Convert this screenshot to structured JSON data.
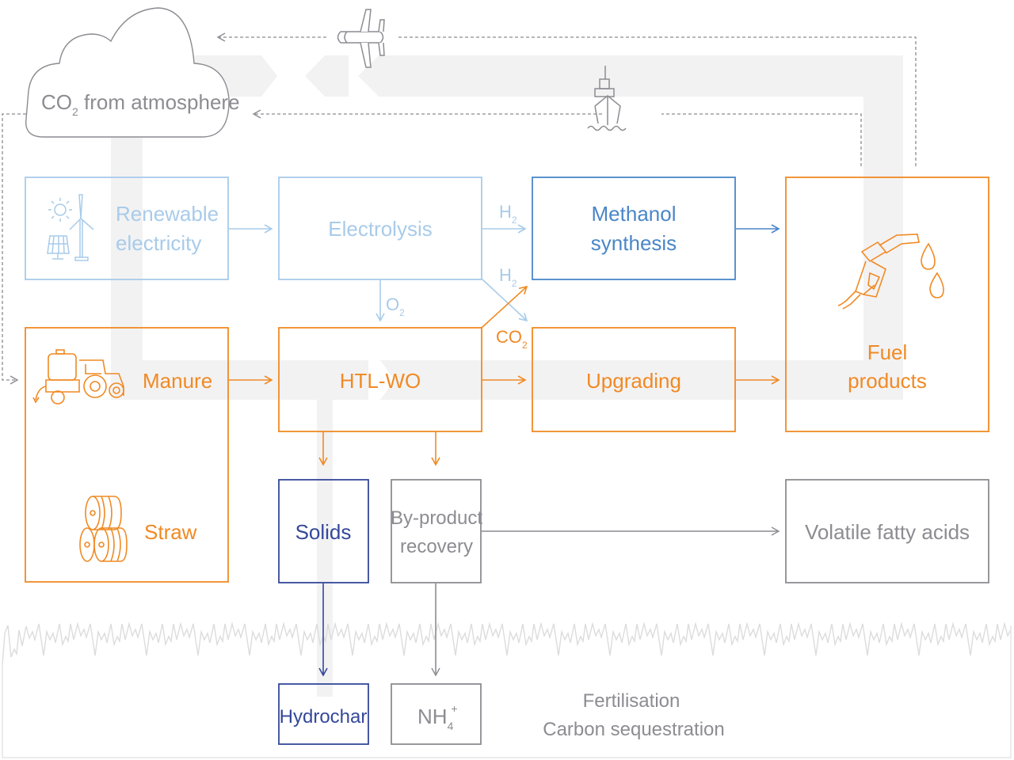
{
  "colors": {
    "orange": "#F08A24",
    "light_blue": "#A8CBEA",
    "blue": "#4A86C8",
    "dark_blue": "#34489A",
    "grey": "#8C8C92",
    "band": "#F3F2F3",
    "grass": "#DCDCDC"
  },
  "cloud": {
    "label_prefix": "CO",
    "label_sub": "2",
    "label_suffix": " from atmosphere"
  },
  "icons": {
    "airplane": "airplane-icon",
    "ship": "ship-icon",
    "renewables": "sun-wind-solar-icon",
    "tractor": "tractor-tanker-icon",
    "straw": "straw-bales-icon",
    "fuel": "fuel-nozzle-icon"
  },
  "nodes": {
    "renewable": {
      "line1": "Renewable",
      "line2": "electricity"
    },
    "electrolysis": {
      "label": "Electrolysis"
    },
    "methanol": {
      "line1": "Methanol",
      "line2": "synthesis"
    },
    "fuel": {
      "line1": "Fuel",
      "line2": "products"
    },
    "manure": {
      "label": "Manure"
    },
    "straw": {
      "label": "Straw"
    },
    "htlwo": {
      "label": "HTL-WO"
    },
    "upgrading": {
      "label": "Upgrading"
    },
    "solids": {
      "label": "Solids"
    },
    "byproduct": {
      "line1": "By-product",
      "line2": "recovery"
    },
    "vfa": {
      "label": "Volatile fatty acids"
    },
    "hydrochar": {
      "label": "Hydrochar"
    },
    "nh4": {
      "base": "NH",
      "sub": "4",
      "sup": "+"
    }
  },
  "flow_labels": {
    "h2_top": {
      "base": "H",
      "sub": "2"
    },
    "h2_diag": {
      "base": "H",
      "sub": "2"
    },
    "o2": {
      "base": "O",
      "sub": "2"
    },
    "co2": {
      "base": "CO",
      "sub": "2"
    }
  },
  "soil_text": {
    "line1": "Fertilisation",
    "line2": "Carbon sequestration"
  }
}
